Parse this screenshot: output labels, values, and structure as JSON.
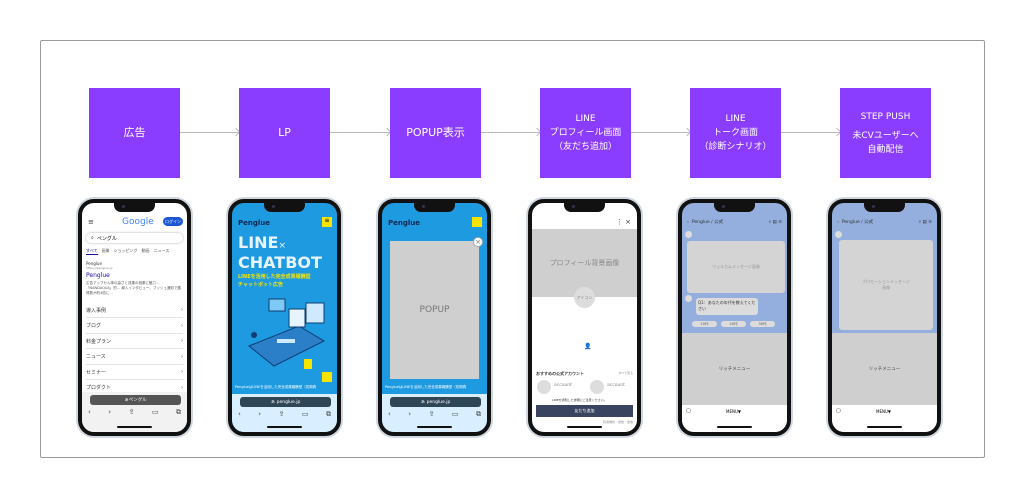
{
  "colors": {
    "accent": "#8b3dff",
    "lp_blue": "#1e9ae0",
    "line_blue": "#94aedd"
  },
  "steps": [
    {
      "lines": [
        "広告"
      ]
    },
    {
      "lines": [
        "LP"
      ]
    },
    {
      "lines": [
        "POPUP表示"
      ]
    },
    {
      "lines": [
        "LINE",
        "プロフィール画面",
        "（友だち追加）"
      ]
    },
    {
      "lines": [
        "LINE",
        "トーク画面",
        "（診断シナリオ）"
      ]
    },
    {
      "lines": [
        "STEP PUSH",
        "",
        "未CVユーザーへ",
        "自動配信"
      ]
    }
  ],
  "google": {
    "logo": "Google",
    "login": "ログイン",
    "query": "ペングル",
    "tabs": [
      "すべて",
      "画像",
      "ショッピング",
      "動画",
      "ニュース"
    ],
    "site_name": "Penglue",
    "site_url": "https://penglue.jp",
    "title": "Penglue",
    "snippet": "広告アップセル率の高さと成果の相乗に魅力…「NANDAQUA」的… 導入インタビュー、プッシュ通知で獲得数が約4倍に…",
    "links": [
      "導入事例",
      "ブログ",
      "料金プラン",
      "ニュース",
      "セミナー",
      "プロダクト"
    ],
    "url": "ぁペングル"
  },
  "lp": {
    "logo": "Penglue",
    "line1": "LINE",
    "x": "×",
    "line2": "CHATBOT",
    "sub1": "LINEを活用した完全成果報酬型",
    "sub2": "チャットボット広告",
    "footer": "PenglueはLINEを活用した完全成果報酬型（初期費",
    "url": "ぁ penglue.jp"
  },
  "popup": {
    "label": "POPUP",
    "url": "ぁ penglue.jp"
  },
  "profile": {
    "bg": "プロフィール背景画像",
    "icon": "アイコン",
    "section": "おすすめの公式アカウント",
    "more": "すべて見る",
    "account": "account",
    "warn": "LINEを通知した詳細にご注意ください。",
    "add": "友だち追加",
    "footer": "利用規約・報告・送信"
  },
  "talk": {
    "header": "Penglue / 公式",
    "welcome": "ウェルカムメッセージ画像",
    "question": "Q1：あなたの年代を教えてください",
    "options": [
      "10代",
      "20代",
      "30代"
    ],
    "rich": "リッチメニュー",
    "menu": "MENU▼"
  },
  "push": {
    "header": "Penglue / 公式",
    "promo": "プロモーションメッセージ画像",
    "rich": "リッチメニュー",
    "menu": "MENU▼"
  }
}
